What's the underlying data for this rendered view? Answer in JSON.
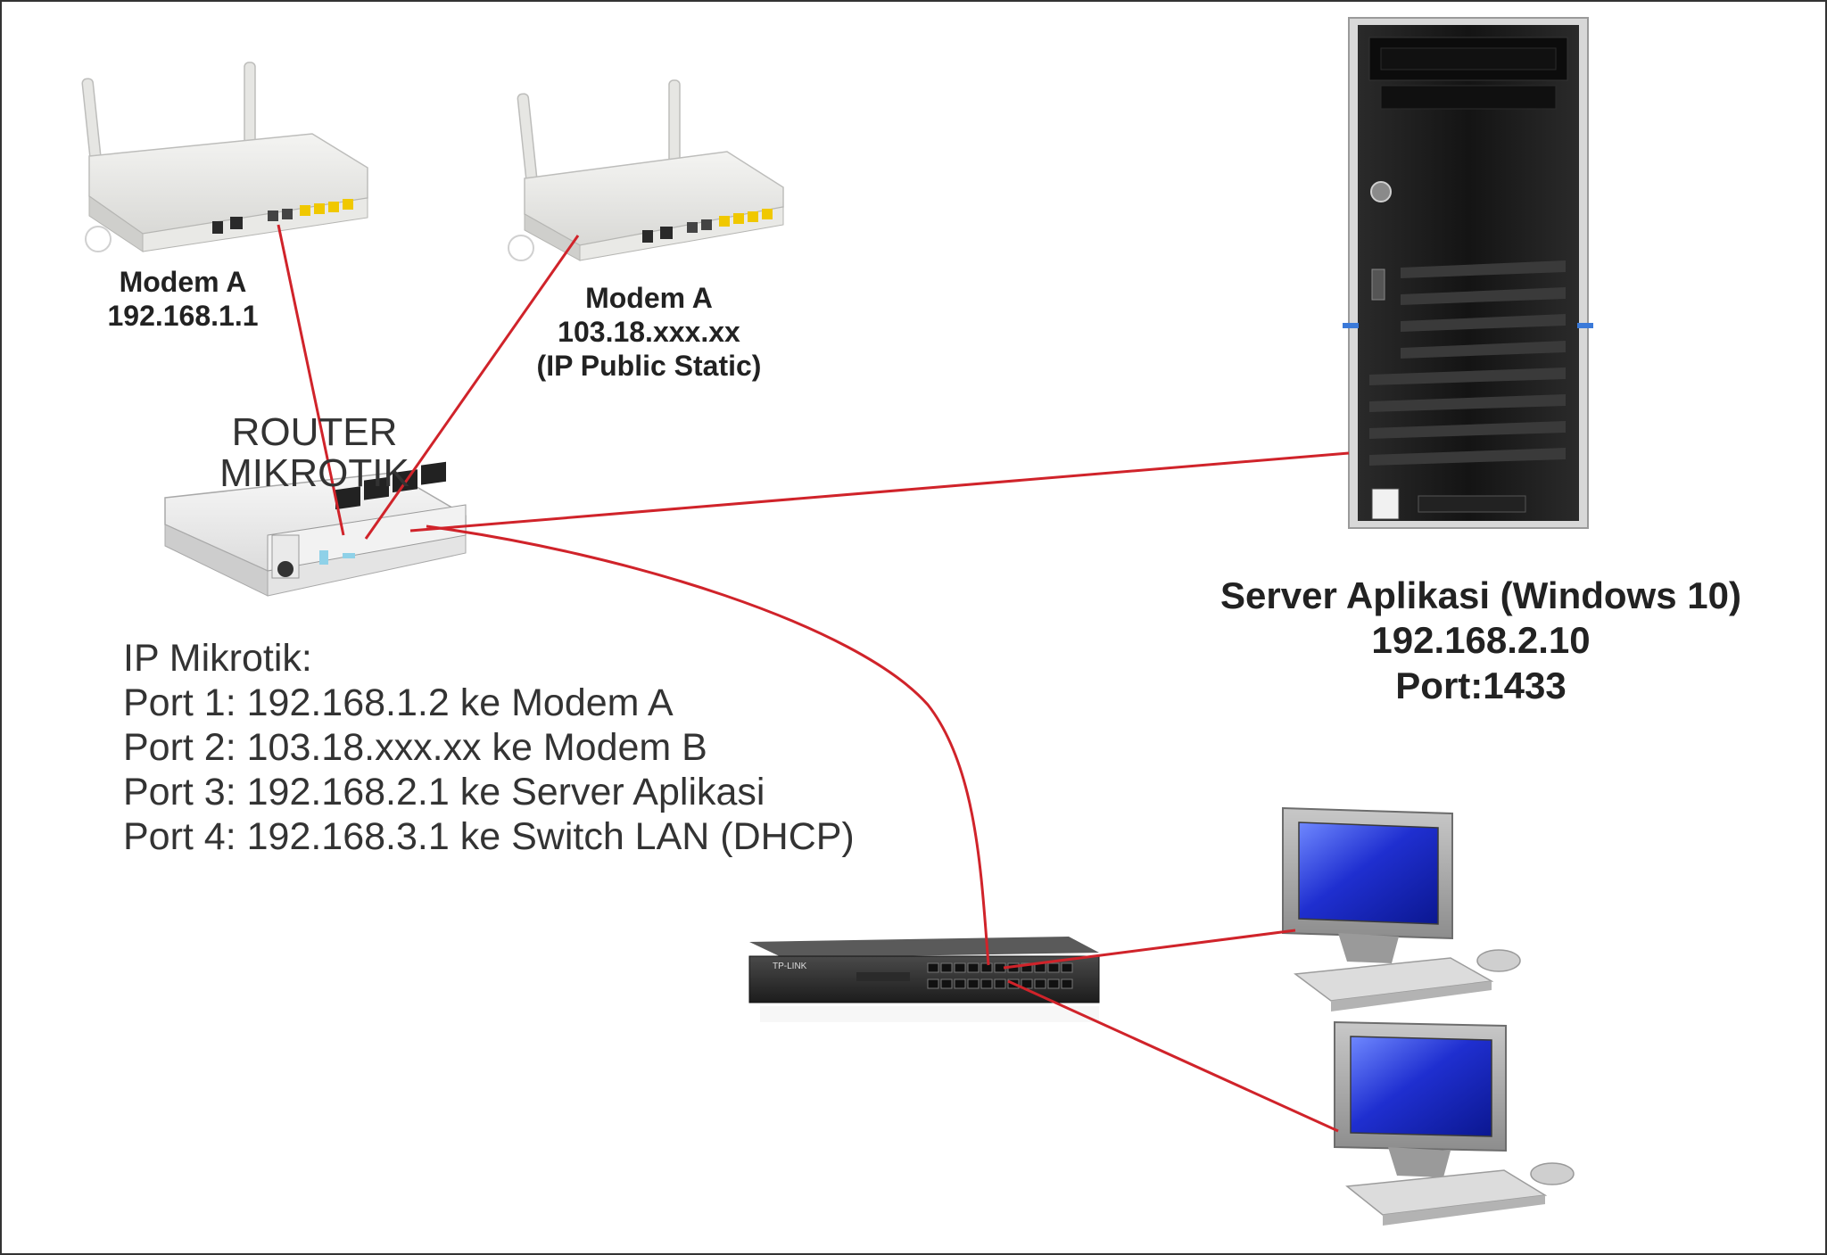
{
  "modem_a": {
    "name": "Modem A",
    "ip": "192.168.1.1"
  },
  "modem_b": {
    "name": "Modem A",
    "ip": "103.18.xxx.xx",
    "note": "(IP Public Static)"
  },
  "router": {
    "line1": "ROUTER",
    "line2": "MIKROTIK"
  },
  "server": {
    "title": "Server Aplikasi (Windows 10)",
    "ip": "192.168.2.10",
    "port": "Port:1433"
  },
  "mikrotik_ip": {
    "heading": "IP Mikrotik:",
    "ports": [
      "Port 1: 192.168.1.2 ke Modem A",
      "Port 2: 103.18.xxx.xx ke Modem B",
      "Port 3: 192.168.2.1 ke Server Aplikasi",
      "Port 4: 192.168.3.1 ke Switch LAN (DHCP)"
    ]
  },
  "switch": {
    "brand": "TP-LINK"
  },
  "colors": {
    "cable": "#d0232a",
    "monitor_screen": "#1f2fd0",
    "server_body": "#1b1b1b"
  }
}
